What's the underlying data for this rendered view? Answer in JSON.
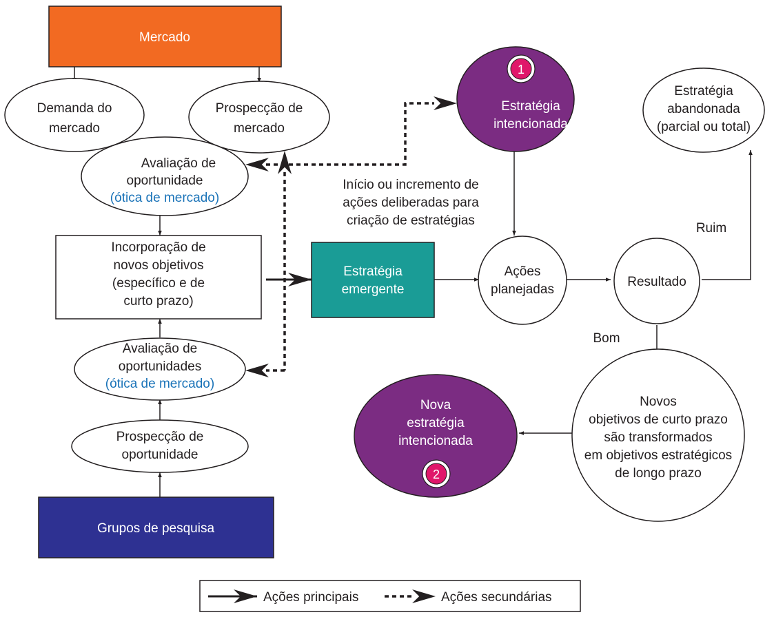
{
  "colors": {
    "mercado": "#f26a22",
    "grupos": "#2e3192",
    "emergente": "#1a9c96",
    "intencionada": "#7b2c82",
    "badge": "#e0176a",
    "blue_text": "#1a73b8"
  },
  "nodes": {
    "mercado": "Mercado",
    "demanda": [
      "Demanda do",
      "mercado"
    ],
    "prospeccao_mercado": [
      "Prospecção de",
      "mercado"
    ],
    "avaliacao1": [
      "Avaliação de",
      "oportunidade",
      "(ótica de mercado)"
    ],
    "incorporacao": [
      "Incorporação de",
      "novos objetivos",
      "(específico e de",
      "curto prazo)"
    ],
    "avaliacao2": [
      "Avaliação de",
      "oportunidades",
      "(ótica de mercado)"
    ],
    "prospeccao_oportunidade": [
      "Prospecção de",
      "oportunidade"
    ],
    "grupos": "Grupos de pesquisa",
    "estrategia_emergente": [
      "Estratégia",
      "emergente"
    ],
    "estrategia_intencionada": [
      "Estratégia",
      "intencionada"
    ],
    "badge1": "1",
    "acoes_planejadas": [
      "Ações",
      "planejadas"
    ],
    "resultado": "Resultado",
    "abandonada": [
      "Estratégia",
      "abandonada",
      "(parcial ou total)"
    ],
    "novos_objetivos": [
      "Novos",
      "objetivos de curto prazo",
      "são transformados",
      "em objetivos estratégicos",
      "de longo prazo"
    ],
    "nova_estrategia": [
      "Nova",
      "estratégia",
      "intencionada"
    ],
    "badge2": "2"
  },
  "labels": {
    "inicio": [
      "Início ou incremento de",
      "ações deliberadas para",
      "criação de estratégias"
    ],
    "ruim": "Ruim",
    "bom": "Bom"
  },
  "legend": {
    "principal": "Ações principais",
    "secundaria": "Ações secundárias"
  }
}
